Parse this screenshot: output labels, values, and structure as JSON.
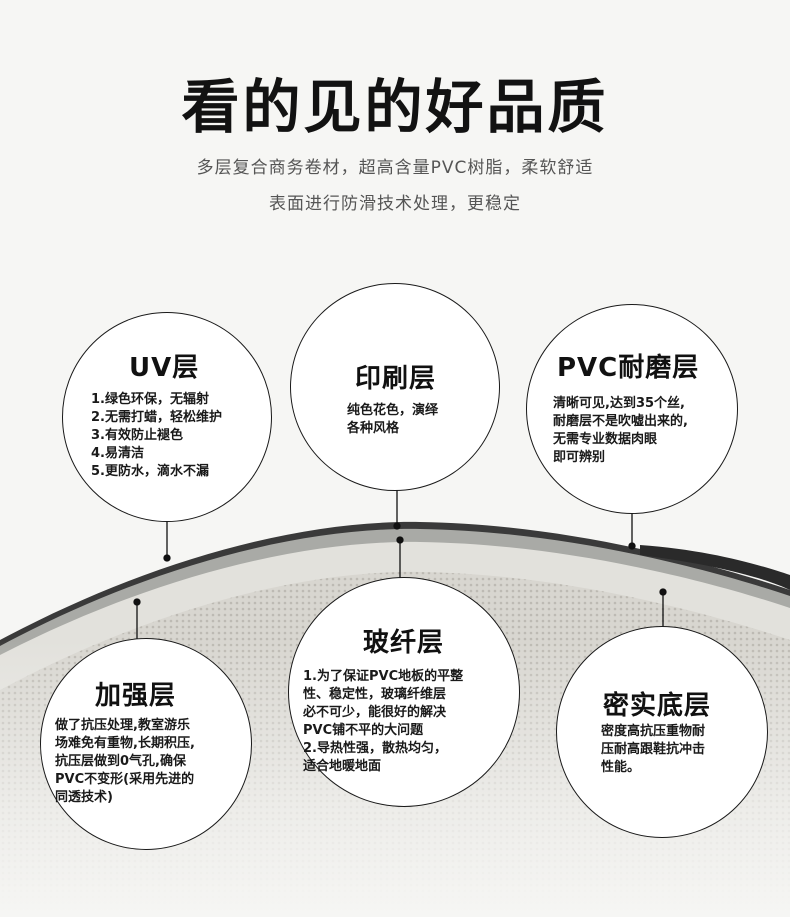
{
  "header": {
    "title": "看的见的好品质",
    "subtitle_line1": "多层复合商务卷材，超高含量PVC树脂，柔软舒适",
    "subtitle_line2": "表面进行防滑技术处理，更稳定"
  },
  "layers": {
    "uv": {
      "title": "UV层",
      "lines": [
        "1.绿色环保，无辐射",
        "2.无需打蜡，轻松维护",
        "3.有效防止褪色",
        "4.易清洁",
        "5.更防水，滴水不漏"
      ]
    },
    "print": {
      "title": "印刷层",
      "lines": [
        "纯色花色，演绎",
        "各种风格"
      ]
    },
    "pvc": {
      "title": "PVC耐磨层",
      "lines": [
        "清晰可见,达到35个丝,",
        "耐磨层不是吹嘘出来的,",
        "无需专业数据肉眼",
        "即可辨别"
      ]
    },
    "reinforce": {
      "title": "加强层",
      "lines": [
        "做了抗压处理,教室游乐",
        "场难免有重物,长期积压,",
        "抗压层做到0气孔,确保",
        "PVC不变形(采用先进的",
        "同透技术)"
      ]
    },
    "glass": {
      "title": "玻纤层",
      "lines": [
        "1.为了保证PVC地板的平整",
        "性、稳定性，玻璃纤维层",
        "必不可少，能很好的解决",
        "PVC铺不平的大问题",
        "2.导热性强，散热均匀，",
        "适合地暖地面"
      ]
    },
    "base": {
      "title": "密实底层",
      "lines": [
        "密度高抗压重物耐",
        "压耐高跟鞋抗冲击",
        "性能。"
      ]
    }
  }
}
